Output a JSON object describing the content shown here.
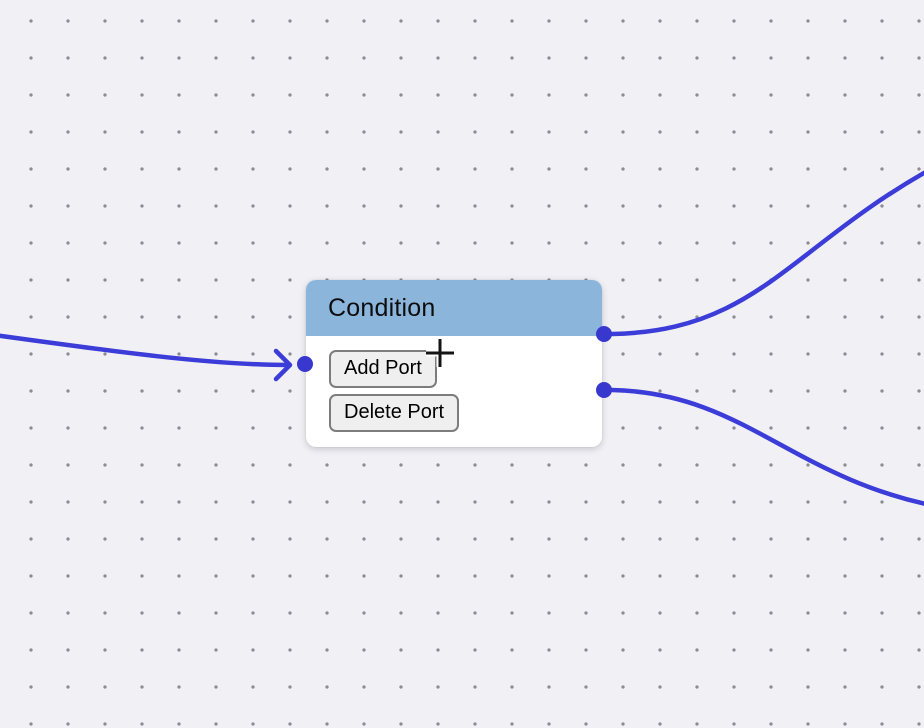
{
  "theme": {
    "canvas-bg": "#f1f1f5",
    "dot-color": "#8e8c93",
    "edge-color": "#3c3cd8",
    "handle-color": "#3838cf",
    "header-color": "#8cb5dc",
    "node-bg": "#ffffff",
    "button-bg": "#efefef",
    "button-border": "#7d7d7d"
  },
  "node": {
    "title": "Condition",
    "buttons": [
      {
        "label": "Add Port"
      },
      {
        "label": "Delete Port"
      }
    ]
  },
  "icons": {
    "arrowhead": "edge-arrowhead",
    "cursor": "crosshair-cursor"
  }
}
